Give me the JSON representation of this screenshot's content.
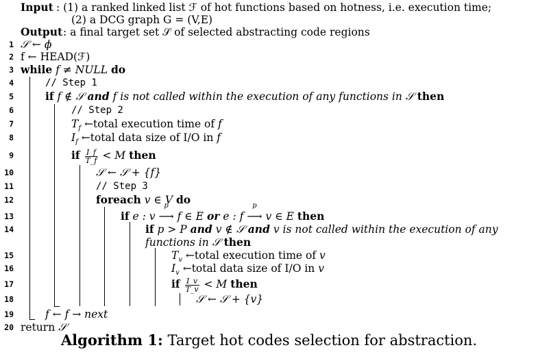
{
  "input_label": "Input",
  "input_line1": ": (1) a ranked linked list ℱ of hot functions based on hotness, i.e. execution time;",
  "input_line2": "(2) a DCG graph G = (V,E)",
  "output_label": "Output",
  "output_text": ": a final target set 𝒮 of selected abstracting code regions",
  "lines": [
    {
      "n": "1",
      "text": "𝒮 ← ϕ"
    },
    {
      "n": "2",
      "text": "f ← HEAD(ℱ)"
    },
    {
      "n": "3",
      "kw_while": "while",
      "cond": "f ≠ NULL",
      "kw_do": "do"
    },
    {
      "n": "4",
      "comment": "// Step 1"
    },
    {
      "n": "5",
      "kw_if": "if",
      "cond_a": "f ∉ 𝒮",
      "and": "and",
      "cond_b": "f is not called within the execution of any functions in 𝒮",
      "kw_then": "then"
    },
    {
      "n": "6",
      "comment": "// Step 2"
    },
    {
      "n": "7",
      "var": "T",
      "sub": "f",
      "text": " ←total execution time of ",
      "tail": "f"
    },
    {
      "n": "8",
      "var": "I",
      "sub": "f",
      "text": " ←total data size of I/O in ",
      "tail": "f"
    },
    {
      "n": "9",
      "kw_if": "if",
      "num": "I_f",
      "den": "T_f",
      "rel": "< M",
      "kw_then": "then"
    },
    {
      "n": "10",
      "text": "𝒮 ← 𝒮 + {f}"
    },
    {
      "n": "11",
      "comment": "// Step 3"
    },
    {
      "n": "12",
      "kw_foreach": "foreach",
      "cond": "v ∈ V",
      "kw_do": "do"
    },
    {
      "n": "13",
      "kw_if": "if",
      "cond_a": "e : v",
      "arrow_lab": "p",
      "cond_a2": "f ∈ E",
      "or": "or",
      "cond_b": "e : f",
      "cond_b2": "v ∈ E",
      "kw_then": "then"
    },
    {
      "n": "14",
      "kw_if": "if",
      "cond_a": "p > P",
      "and1": "and",
      "cond_b": "v ∉ 𝒮",
      "and2": "and",
      "cond_c": "v is not called within the execution of any"
    },
    {
      "n": "",
      "cont": "functions in 𝒮",
      "kw_then": "then"
    },
    {
      "n": "15",
      "var": "T",
      "sub": "v",
      "text": " ←total execution time of ",
      "tail": "v"
    },
    {
      "n": "16",
      "var": "I",
      "sub": "v",
      "text": " ←total data size of I/O in ",
      "tail": "v"
    },
    {
      "n": "17",
      "kw_if": "if",
      "num": "I_v",
      "den": "T_v",
      "rel": "< M",
      "kw_then": "then"
    },
    {
      "n": "18",
      "text": "𝒮 ← 𝒮 + {v}"
    },
    {
      "n": "19",
      "text": "f ← f → next"
    },
    {
      "n": "20",
      "text_kw": "return",
      "text": "𝒮"
    }
  ],
  "caption_label": "Algorithm 1:",
  "caption_text": "Target hot codes selection for abstraction."
}
